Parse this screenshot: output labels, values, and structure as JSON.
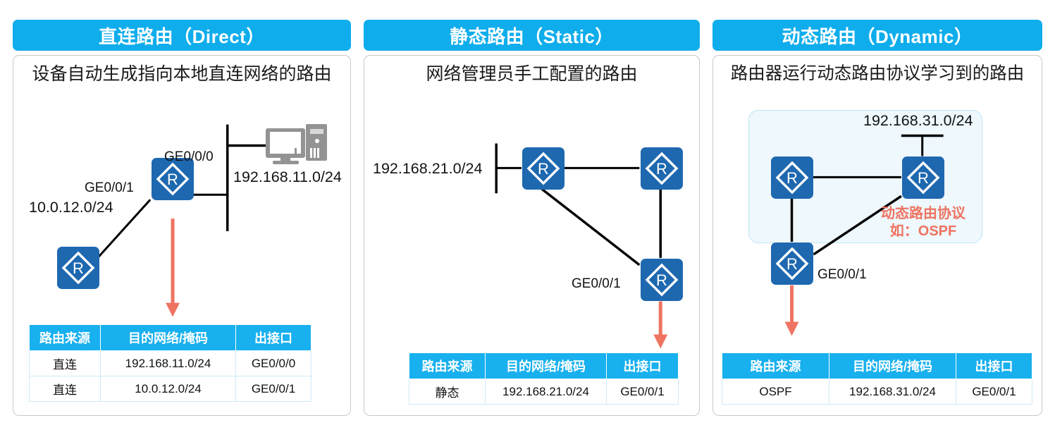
{
  "panels": [
    {
      "header": "直连路由（Direct）",
      "description": "设备自动生成指向本地直连网络的路由",
      "topology": {
        "labels": [
          {
            "name": "interface-ge0-0-0",
            "text": "GE0/0/0"
          },
          {
            "name": "interface-ge0-0-1",
            "text": "GE0/0/1"
          },
          {
            "name": "network-10-0-12",
            "text": "10.0.12.0/24"
          },
          {
            "name": "network-192-168-11",
            "text": "192.168.11.0/24"
          }
        ],
        "router_glyph": "R"
      },
      "table": {
        "headers": [
          "路由来源",
          "目的网络/掩码",
          "出接口"
        ],
        "rows": [
          [
            "直连",
            "192.168.11.0/24",
            "GE0/0/0"
          ],
          [
            "直连",
            "10.0.12.0/24",
            "GE0/0/1"
          ]
        ]
      }
    },
    {
      "header": "静态路由（Static）",
      "description": "网络管理员手工配置的路由",
      "topology": {
        "labels": [
          {
            "name": "network-192-168-21",
            "text": "192.168.21.0/24"
          },
          {
            "name": "interface-ge0-0-1",
            "text": "GE0/0/1"
          }
        ],
        "router_glyph": "R"
      },
      "table": {
        "headers": [
          "路由来源",
          "目的网络/掩码",
          "出接口"
        ],
        "rows": [
          [
            "静态",
            "192.168.21.0/24",
            "GE0/0/1"
          ]
        ]
      }
    },
    {
      "header": "动态路由（Dynamic）",
      "description": "路由器运行动态路由协议学习到的路由",
      "topology": {
        "labels": [
          {
            "name": "network-192-168-31",
            "text": "192.168.31.0/24"
          },
          {
            "name": "interface-ge0-0-1",
            "text": "GE0/0/1"
          }
        ],
        "ospf_note_line1": "动态路由协议",
        "ospf_note_line2": "如：OSPF",
        "router_glyph": "R"
      },
      "table": {
        "headers": [
          "路由来源",
          "目的网络/掩码",
          "出接口"
        ],
        "rows": [
          [
            "OSPF",
            "192.168.31.0/24",
            "GE0/0/1"
          ]
        ]
      }
    }
  ],
  "colors": {
    "header_blue": "#0fadec",
    "table_header_blue": "#18b0ee",
    "router_blue": "#1e68b0",
    "arrow_red": "#ef7361",
    "ospf_region_fill": "#eef8fd",
    "pc_gray": "#939393"
  }
}
